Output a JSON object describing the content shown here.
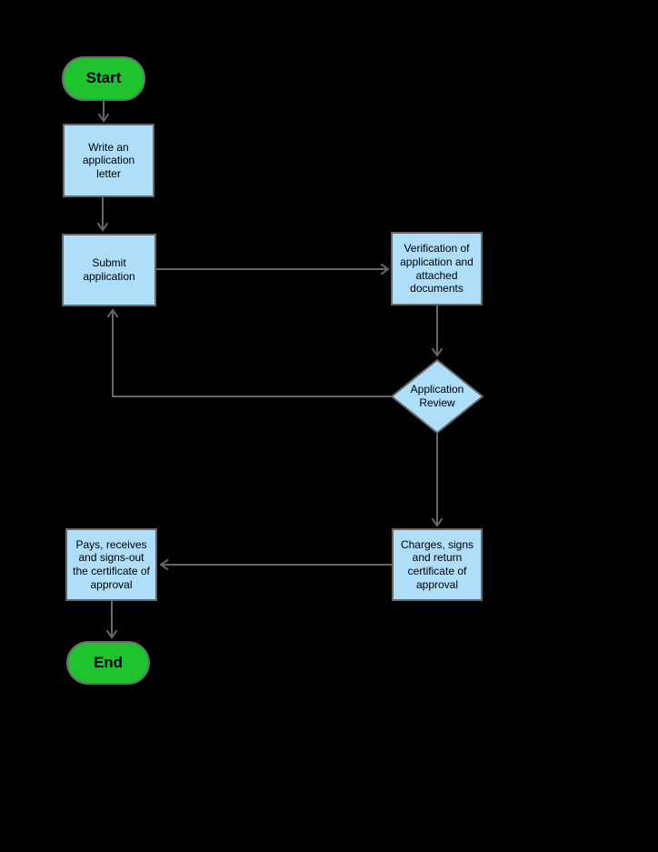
{
  "colors": {
    "canvas-bg": "#000000",
    "shape-fill": "#AEDEFA",
    "shape-border": "#666666",
    "terminal-fill": "#1EC32E",
    "terminal-border": "#6B6B6B",
    "connector-stroke": "#666666",
    "label-color": "#000000"
  },
  "nodes": {
    "start": {
      "type": "terminal",
      "label": "Start"
    },
    "write_letter": {
      "type": "process",
      "label": "Write an\napplication\nletter"
    },
    "submit": {
      "type": "process",
      "label": "Submit\napplication"
    },
    "verification": {
      "type": "process",
      "label": "Verification of\napplication and\nattached\ndocuments"
    },
    "review": {
      "type": "decision",
      "label": "Application\nReview"
    },
    "charges": {
      "type": "process",
      "label": "Charges, signs\nand return\ncertificate of\napproval"
    },
    "pays": {
      "type": "process",
      "label": "Pays, receives\nand signs-out\nthe certificate of\napproval"
    },
    "end": {
      "type": "terminal",
      "label": "End"
    }
  },
  "edges": [
    {
      "from": "start",
      "to": "write_letter"
    },
    {
      "from": "write_letter",
      "to": "submit"
    },
    {
      "from": "submit",
      "to": "verification"
    },
    {
      "from": "verification",
      "to": "review"
    },
    {
      "from": "review",
      "to": "submit"
    },
    {
      "from": "review",
      "to": "charges"
    },
    {
      "from": "charges",
      "to": "pays"
    },
    {
      "from": "pays",
      "to": "end"
    }
  ]
}
